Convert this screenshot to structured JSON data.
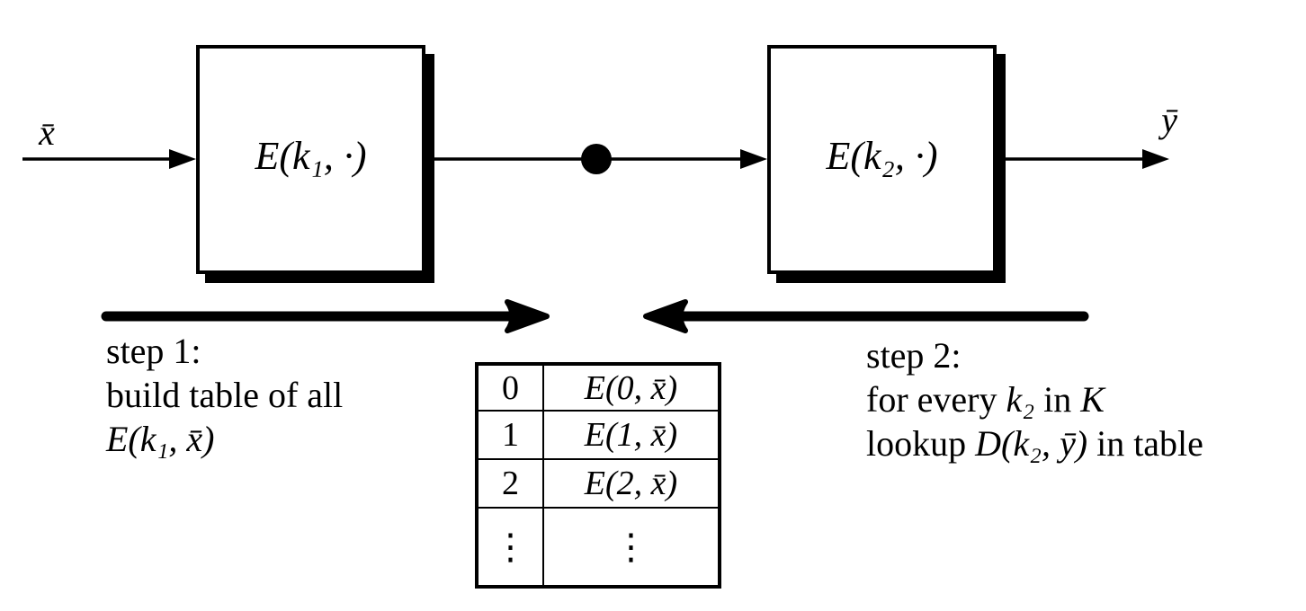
{
  "colors": {
    "ink": "#000000",
    "background": "#ffffff"
  },
  "diagram": {
    "input_label": "x̄",
    "output_label": "ȳ",
    "box1_label": "E(k₁, ·)",
    "box2_label": "E(k₂, ·)"
  },
  "step1": {
    "line1": "step 1:",
    "line2": "build table of all",
    "line3": "E(k₁, x̄)"
  },
  "step2": {
    "line1": "step 2:",
    "line2_prefix": "for every ",
    "line2_math": "k₂",
    "line2_mid": " in ",
    "line2_script_k": "K",
    "line3_prefix": "lookup ",
    "line3_math": "D(k₂, ȳ)",
    "line3_suffix": " in table"
  },
  "table": {
    "rows": [
      {
        "key": "0",
        "value": "E(0, x̄)"
      },
      {
        "key": "1",
        "value": "E(1, x̄)"
      },
      {
        "key": "2",
        "value": "E(2, x̄)"
      },
      {
        "key": "⋮",
        "value": "⋮"
      }
    ]
  }
}
